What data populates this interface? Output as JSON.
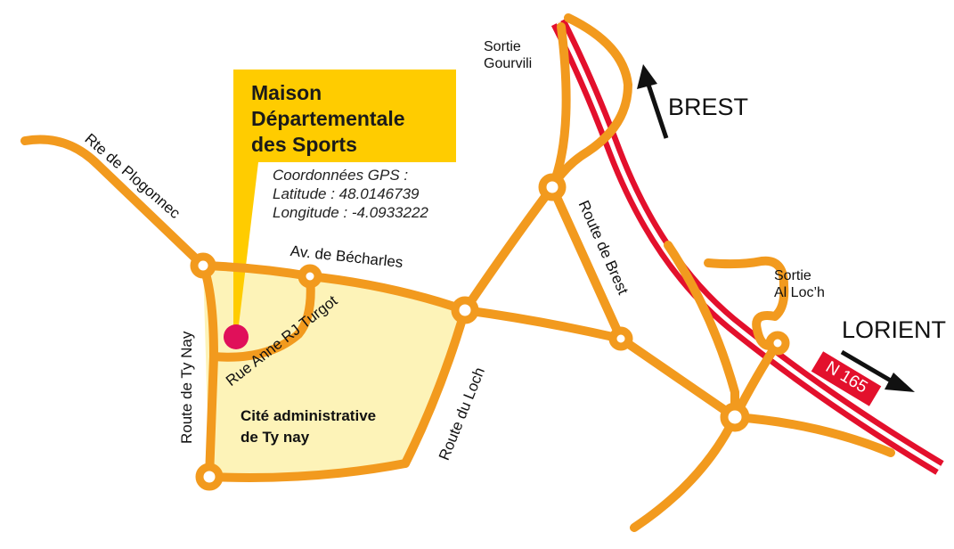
{
  "callout": {
    "title_lines": [
      "Maison",
      "Départementale",
      "des Sports"
    ],
    "gps_lines": [
      "Coordonnées GPS :",
      "Latitude : 48.0146739",
      "Longitude : -4.0933222"
    ]
  },
  "roads": {
    "plogonnec": "Rte de Plogonnec",
    "becharles": "Av. de Bécharles",
    "ty_nay": "Route de Ty Nay",
    "turgot": "Rue Anne RJ Turgot",
    "loch": "Route du Loch",
    "brest_road": "Route de Brest",
    "highway": "N 165"
  },
  "exits": {
    "gourvili": [
      "Sortie",
      "Gourvili"
    ],
    "al_loch": [
      "Sortie",
      "Al Loc’h"
    ]
  },
  "directions": {
    "north": "BREST",
    "east": "LORIENT"
  },
  "area": [
    "Cité administrative",
    "de Ty nay"
  ],
  "colors": {
    "road": "#F29A1E",
    "highway": "#E3102C",
    "callout": "#FFCC00",
    "area": "#FDF3B8",
    "marker": "#E0105A"
  }
}
